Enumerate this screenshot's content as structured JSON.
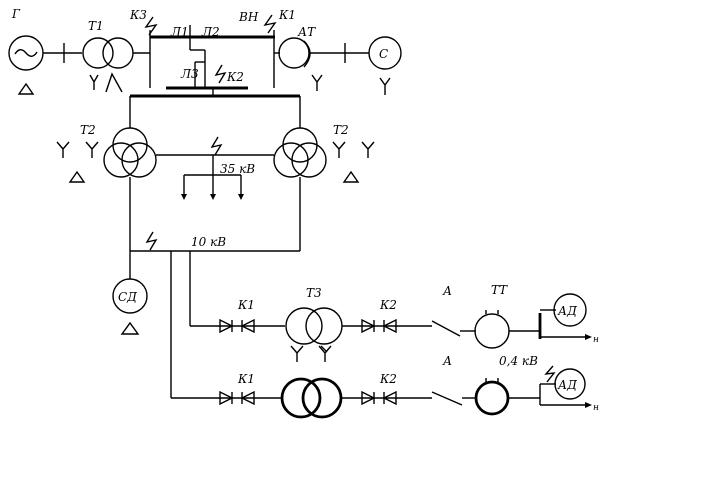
{
  "labels": {
    "gen": "Г",
    "t1": "Т1",
    "k3": "К3",
    "l1": "Л1",
    "l2": "Л2",
    "vn": "ВН",
    "k1_top": "К1",
    "at": "АТ",
    "system": "С",
    "l3": "Л3",
    "k2_top": "К2",
    "t2_left": "Т2",
    "t2_right": "Т2",
    "bus35": "35 кВ",
    "bus10": "10 кВ",
    "sd": "СД",
    "k1_r1": "К1",
    "t3": "Т3",
    "k2_r1": "К2",
    "a_r1": "А",
    "tt": "ТТ",
    "ad1": "АД",
    "n1": "н",
    "k1_r2": "К1",
    "k2_r2": "К2",
    "a_r2": "А",
    "v04": "0,4 кВ",
    "ad2": "АД",
    "n2": "н"
  }
}
